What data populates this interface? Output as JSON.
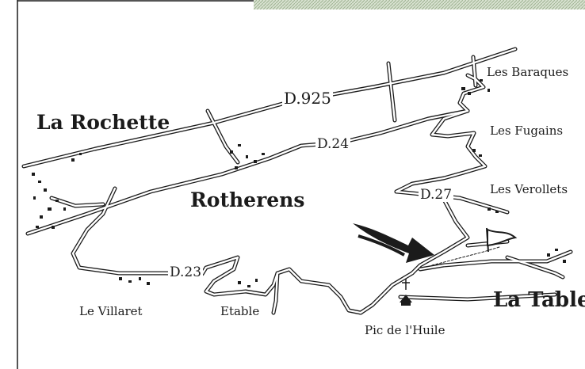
{
  "towns": {
    "la_rochette": "La Rochette",
    "rotherens": "Rotherens",
    "la_table": "La Table"
  },
  "villages": {
    "les_baraques": "Les Baraques",
    "les_fugains": "Les Fugains",
    "les_verollets": "Les Verollets",
    "le_villaret": "Le Villaret",
    "etable": "Etable",
    "pic_de_lhuile": "Pic de l'Huile"
  },
  "roads": {
    "d925": "D.925",
    "d24": "D.24",
    "d27": "D.27",
    "d23": "D.23"
  },
  "icons": [
    "flag-icon",
    "arrow-icon",
    "cross-icon",
    "chapel-icon"
  ],
  "colors": {
    "ink": "#1b1b1b",
    "paper": "#ffffff",
    "hatch": "#b9c9b0"
  }
}
